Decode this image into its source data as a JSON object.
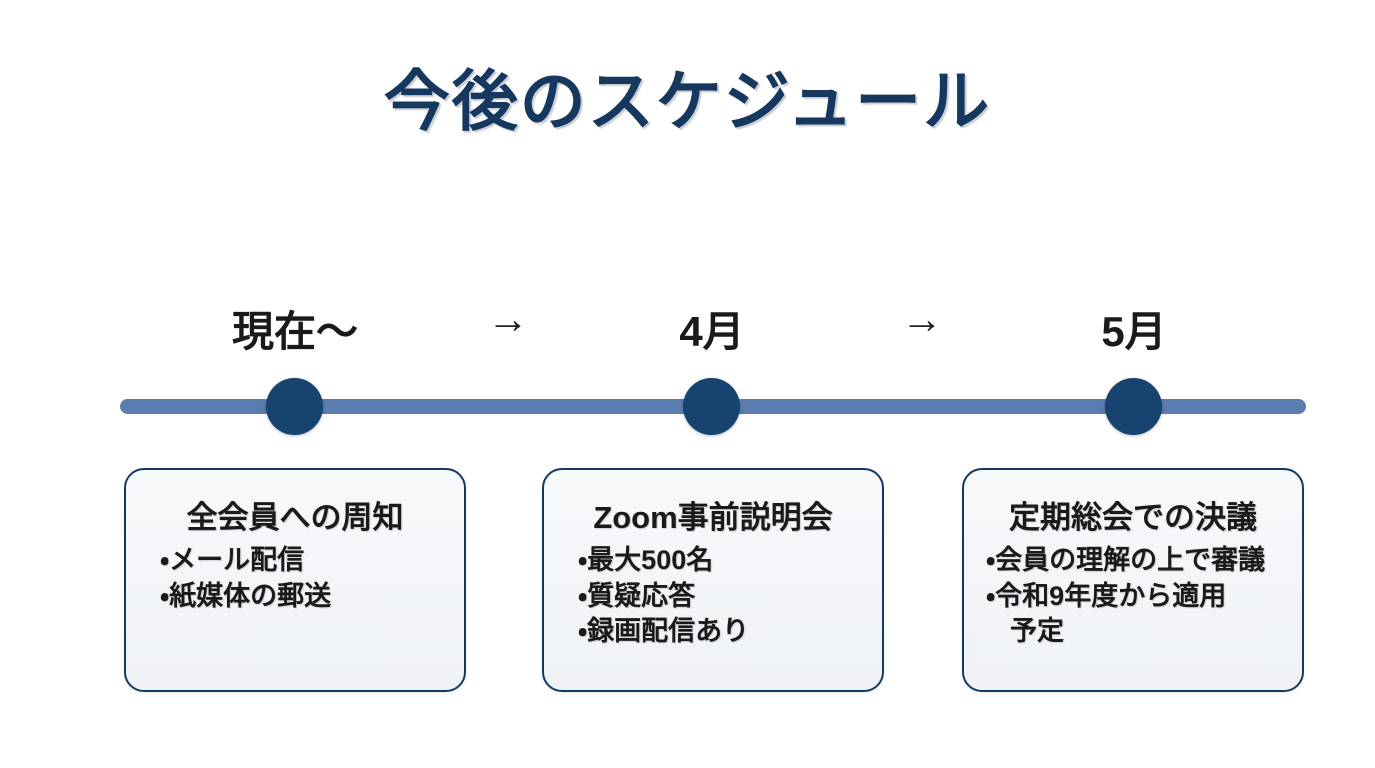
{
  "slide": {
    "title": "今後のスケジュール",
    "background_color": "#FFFFFF",
    "title_color": "#16385F"
  },
  "timeline": {
    "bar_color": "#5B7CAE",
    "node_color": "#16436F",
    "arrow_glyph": "→",
    "stages": [
      {
        "label": "現在〜"
      },
      {
        "label": "4月"
      },
      {
        "label": "5月"
      }
    ],
    "arrows": [
      {
        "glyph": "→"
      },
      {
        "glyph": "→"
      }
    ]
  },
  "cards": [
    {
      "title": "全会員への周知",
      "border_color": "#133A63",
      "bullets": [
        "・メール配信",
        "・紙媒体の郵送"
      ]
    },
    {
      "title": "Zoom事前説明会",
      "border_color": "#133A63",
      "bullets": [
        "・最大500名",
        "・質疑応答",
        "・録画配信あり"
      ]
    },
    {
      "title": "定期総会での決議",
      "border_color": "#133A63",
      "bullets": [
        "・会員の理解の上で審議",
        "・令和9年度から適用\n予定"
      ]
    }
  ]
}
